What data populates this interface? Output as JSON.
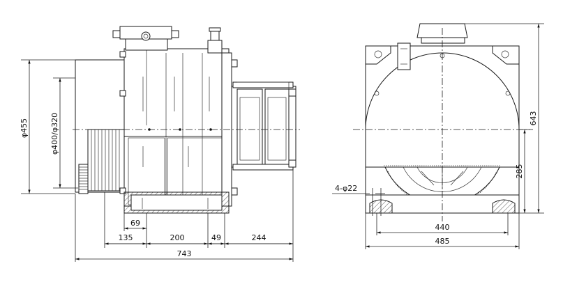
{
  "dimensions": {
    "front": {
      "d455": "φ455",
      "d400_320": "φ400/φ320",
      "w69": "69",
      "w135": "135",
      "w200": "200",
      "w49": "49",
      "w244": "244",
      "w743": "743"
    },
    "side": {
      "h643": "643",
      "h285": "285",
      "holes": "4-φ22",
      "w440": "440",
      "w485": "485"
    }
  }
}
